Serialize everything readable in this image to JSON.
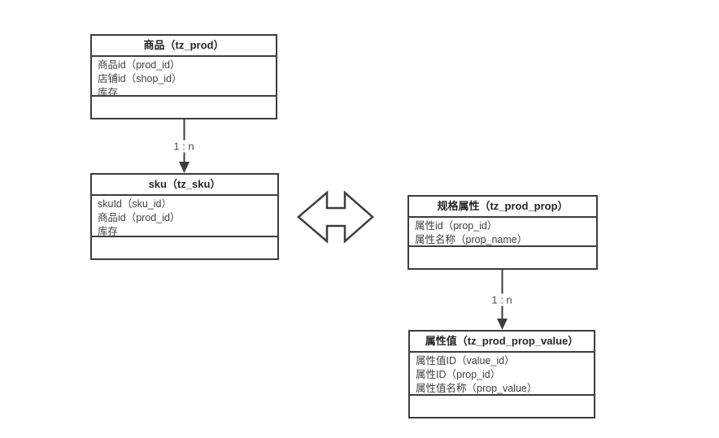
{
  "diagram": {
    "background": "#ffffff",
    "border_color": "#3d3d3d",
    "title_color": "#262626",
    "field_color": "#404040",
    "label_color": "#4d4d4d"
  },
  "entities": [
    {
      "id": "prod",
      "title": "商品（tz_prod）",
      "fields": [
        "商品id（prod_id）",
        "店铺id（shop_id）",
        "库存"
      ]
    },
    {
      "id": "sku",
      "title": "sku（tz_sku）",
      "fields": [
        "skuId（sku_id）",
        "商品id（prod_id）",
        "库存"
      ]
    },
    {
      "id": "prod_prop",
      "title": "规格属性（tz_prod_prop）",
      "fields": [
        "属性id（prop_id）",
        "属性名称（prop_name）"
      ]
    },
    {
      "id": "prod_prop_value",
      "title": "属性值（tz_prod_prop_value）",
      "fields": [
        "属性值ID（value_id）",
        "属性ID（prop_id）",
        "属性值名称（prop_value）"
      ]
    }
  ],
  "connectors": [
    {
      "from": "prod",
      "to": "sku",
      "label": "1 : n"
    },
    {
      "from": "prod_prop",
      "to": "prod_prop_value",
      "label": "1 : n"
    }
  ],
  "relation_icon": "double-horizontal-arrow"
}
